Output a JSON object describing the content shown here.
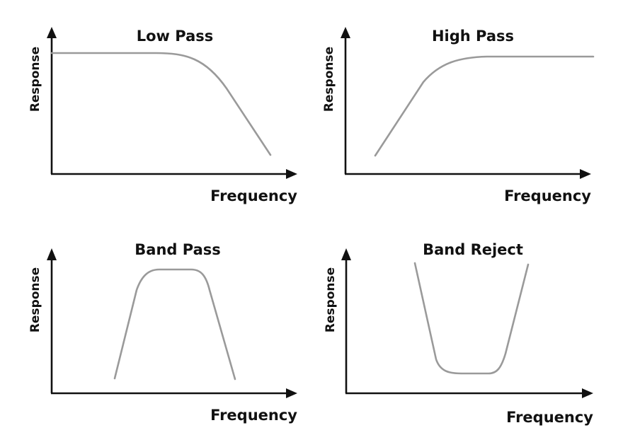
{
  "panels": [
    {
      "title": "Low Pass",
      "xlabel": "Frequency",
      "ylabel": "Response",
      "curve": "low-pass"
    },
    {
      "title": "High Pass",
      "xlabel": "Frequency",
      "ylabel": "Response",
      "curve": "high-pass"
    },
    {
      "title": "Band Pass",
      "xlabel": "Frequency",
      "ylabel": "Response",
      "curve": "band-pass"
    },
    {
      "title": "Band Reject",
      "xlabel": "Frequency",
      "ylabel": "Response",
      "curve": "band-reject"
    }
  ],
  "colors": {
    "axis": "#111111",
    "curve": "#9a9a9a",
    "text": "#111111"
  }
}
